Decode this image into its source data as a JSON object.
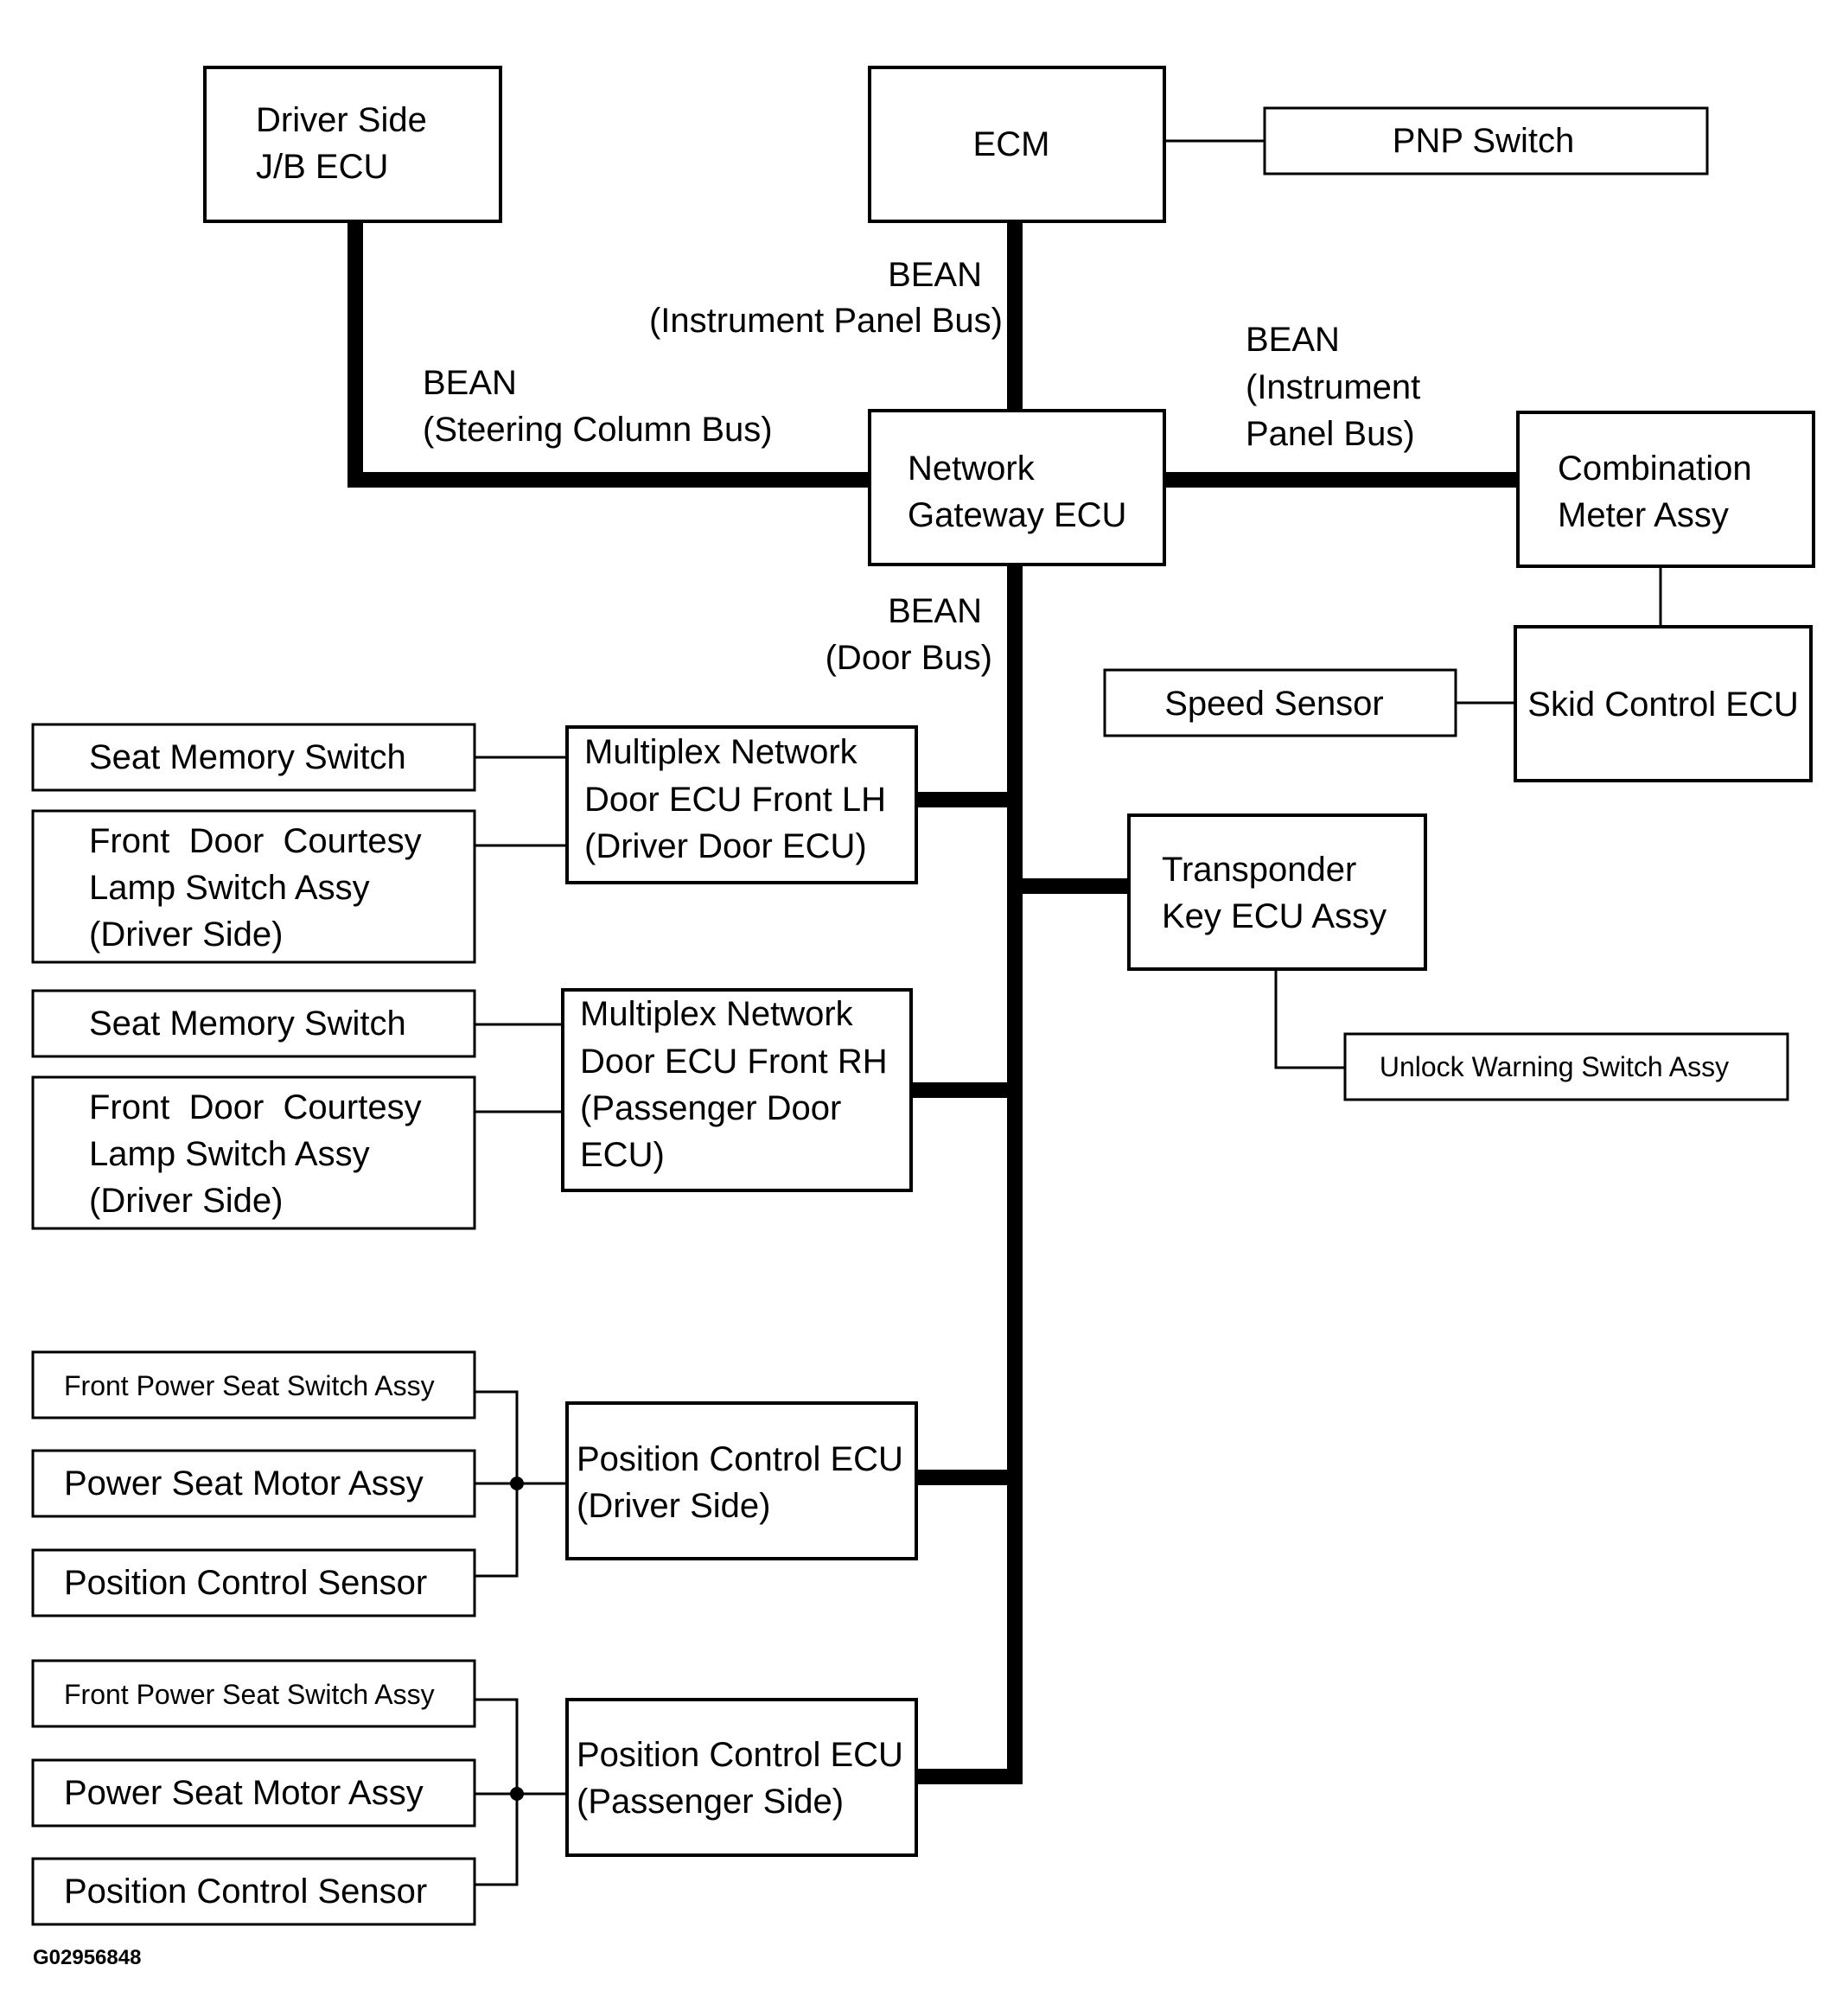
{
  "nodes": {
    "driver_jb": {
      "line1": "Driver Side",
      "line2": "J/B ECU"
    },
    "ecm": {
      "label": "ECM"
    },
    "pnp": {
      "label": "PNP Switch"
    },
    "gateway": {
      "line1": "Network",
      "line2": "Gateway ECU"
    },
    "combination": {
      "line1": "Combination",
      "line2": "Meter Assy"
    },
    "skid": {
      "label": "Skid Control ECU"
    },
    "speed": {
      "label": "Speed Sensor"
    },
    "transponder": {
      "line1": "Transponder",
      "line2": "Key ECU Assy"
    },
    "unlock": {
      "label": "Unlock Warning Switch Assy"
    },
    "door_lh": {
      "line1": "Multiplex Network",
      "line2": "Door ECU Front LH",
      "line3": "(Driver Door ECU)"
    },
    "door_rh": {
      "line1": "Multiplex Network",
      "line2": "Door ECU Front RH",
      "line3": "(Passenger Door",
      "line4": "ECU)"
    },
    "seat_mem_1": {
      "label": "Seat Memory Switch"
    },
    "courtesy_1": {
      "line1": "Front  Door  Courtesy",
      "line2": "Lamp Switch Assy",
      "line3": "(Driver Side)"
    },
    "seat_mem_2": {
      "label": "Seat Memory Switch"
    },
    "courtesy_2": {
      "line1": "Front  Door  Courtesy",
      "line2": "Lamp Switch Assy",
      "line3": "(Driver Side)"
    },
    "pos_driver": {
      "line1": "Position Control ECU",
      "line2": "(Driver Side)"
    },
    "pos_passenger": {
      "line1": "Position Control ECU",
      "line2": "(Passenger Side)"
    },
    "fps_1": {
      "label": "Front Power Seat Switch Assy"
    },
    "psm_1": {
      "label": "Power Seat Motor Assy"
    },
    "pcs_1": {
      "label": "Position Control Sensor"
    },
    "fps_2": {
      "label": "Front Power Seat Switch Assy"
    },
    "psm_2": {
      "label": "Power Seat Motor Assy"
    },
    "pcs_2": {
      "label": "Position Control Sensor"
    }
  },
  "buses": {
    "ecm_bus": {
      "line1": "BEAN",
      "line2": "(Instrument Panel Bus)"
    },
    "steering_bus": {
      "line1": "BEAN",
      "line2": "(Steering Column Bus)"
    },
    "meter_bus": {
      "line1": "BEAN",
      "line2": "(Instrument",
      "line3": "Panel Bus)"
    },
    "door_bus": {
      "line1": "BEAN",
      "line2": "(Door Bus)"
    }
  },
  "figure_id": "G02956848"
}
